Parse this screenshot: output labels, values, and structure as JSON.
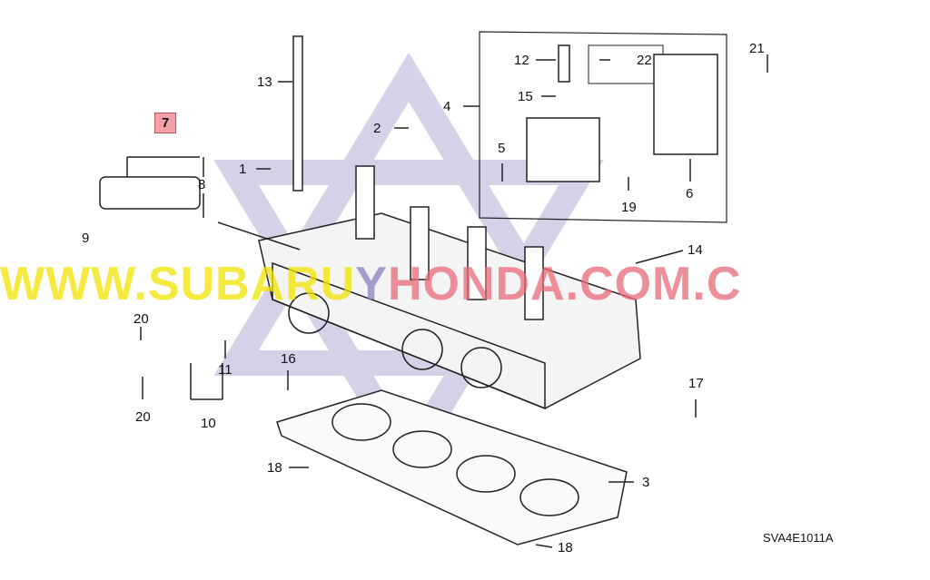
{
  "diagram": {
    "watermark": {
      "part1": "WWW.SUBARU",
      "part2": "Y",
      "part3": "HONDA.COM.C"
    },
    "colors": {
      "watermark_yellow": "#f2e300",
      "watermark_purple": "#8a7fc0",
      "watermark_red": "#e86a78",
      "highlight": "#f4a0aa"
    },
    "callouts": [
      {
        "id": "c7",
        "label": "7",
        "highlighted": true
      },
      {
        "id": "c8",
        "label": "8"
      },
      {
        "id": "c9",
        "label": "9"
      },
      {
        "id": "c13",
        "label": "13"
      },
      {
        "id": "c1",
        "label": "1"
      },
      {
        "id": "c2",
        "label": "2"
      },
      {
        "id": "c12",
        "label": "12"
      },
      {
        "id": "c22",
        "label": "22"
      },
      {
        "id": "c15",
        "label": "15"
      },
      {
        "id": "c4",
        "label": "4"
      },
      {
        "id": "c5",
        "label": "5"
      },
      {
        "id": "c19",
        "label": "19"
      },
      {
        "id": "c21",
        "label": "21"
      },
      {
        "id": "c6",
        "label": "6"
      },
      {
        "id": "c14",
        "label": "14"
      },
      {
        "id": "c20a",
        "label": "20"
      },
      {
        "id": "c11",
        "label": "11"
      },
      {
        "id": "c20b",
        "label": "20"
      },
      {
        "id": "c10",
        "label": "10"
      },
      {
        "id": "c16",
        "label": "16"
      },
      {
        "id": "c17",
        "label": "17"
      },
      {
        "id": "c18a",
        "label": "18"
      },
      {
        "id": "c3",
        "label": "3"
      },
      {
        "id": "c18b",
        "label": "18"
      }
    ],
    "diagram_code": "SVA4E1011A"
  }
}
